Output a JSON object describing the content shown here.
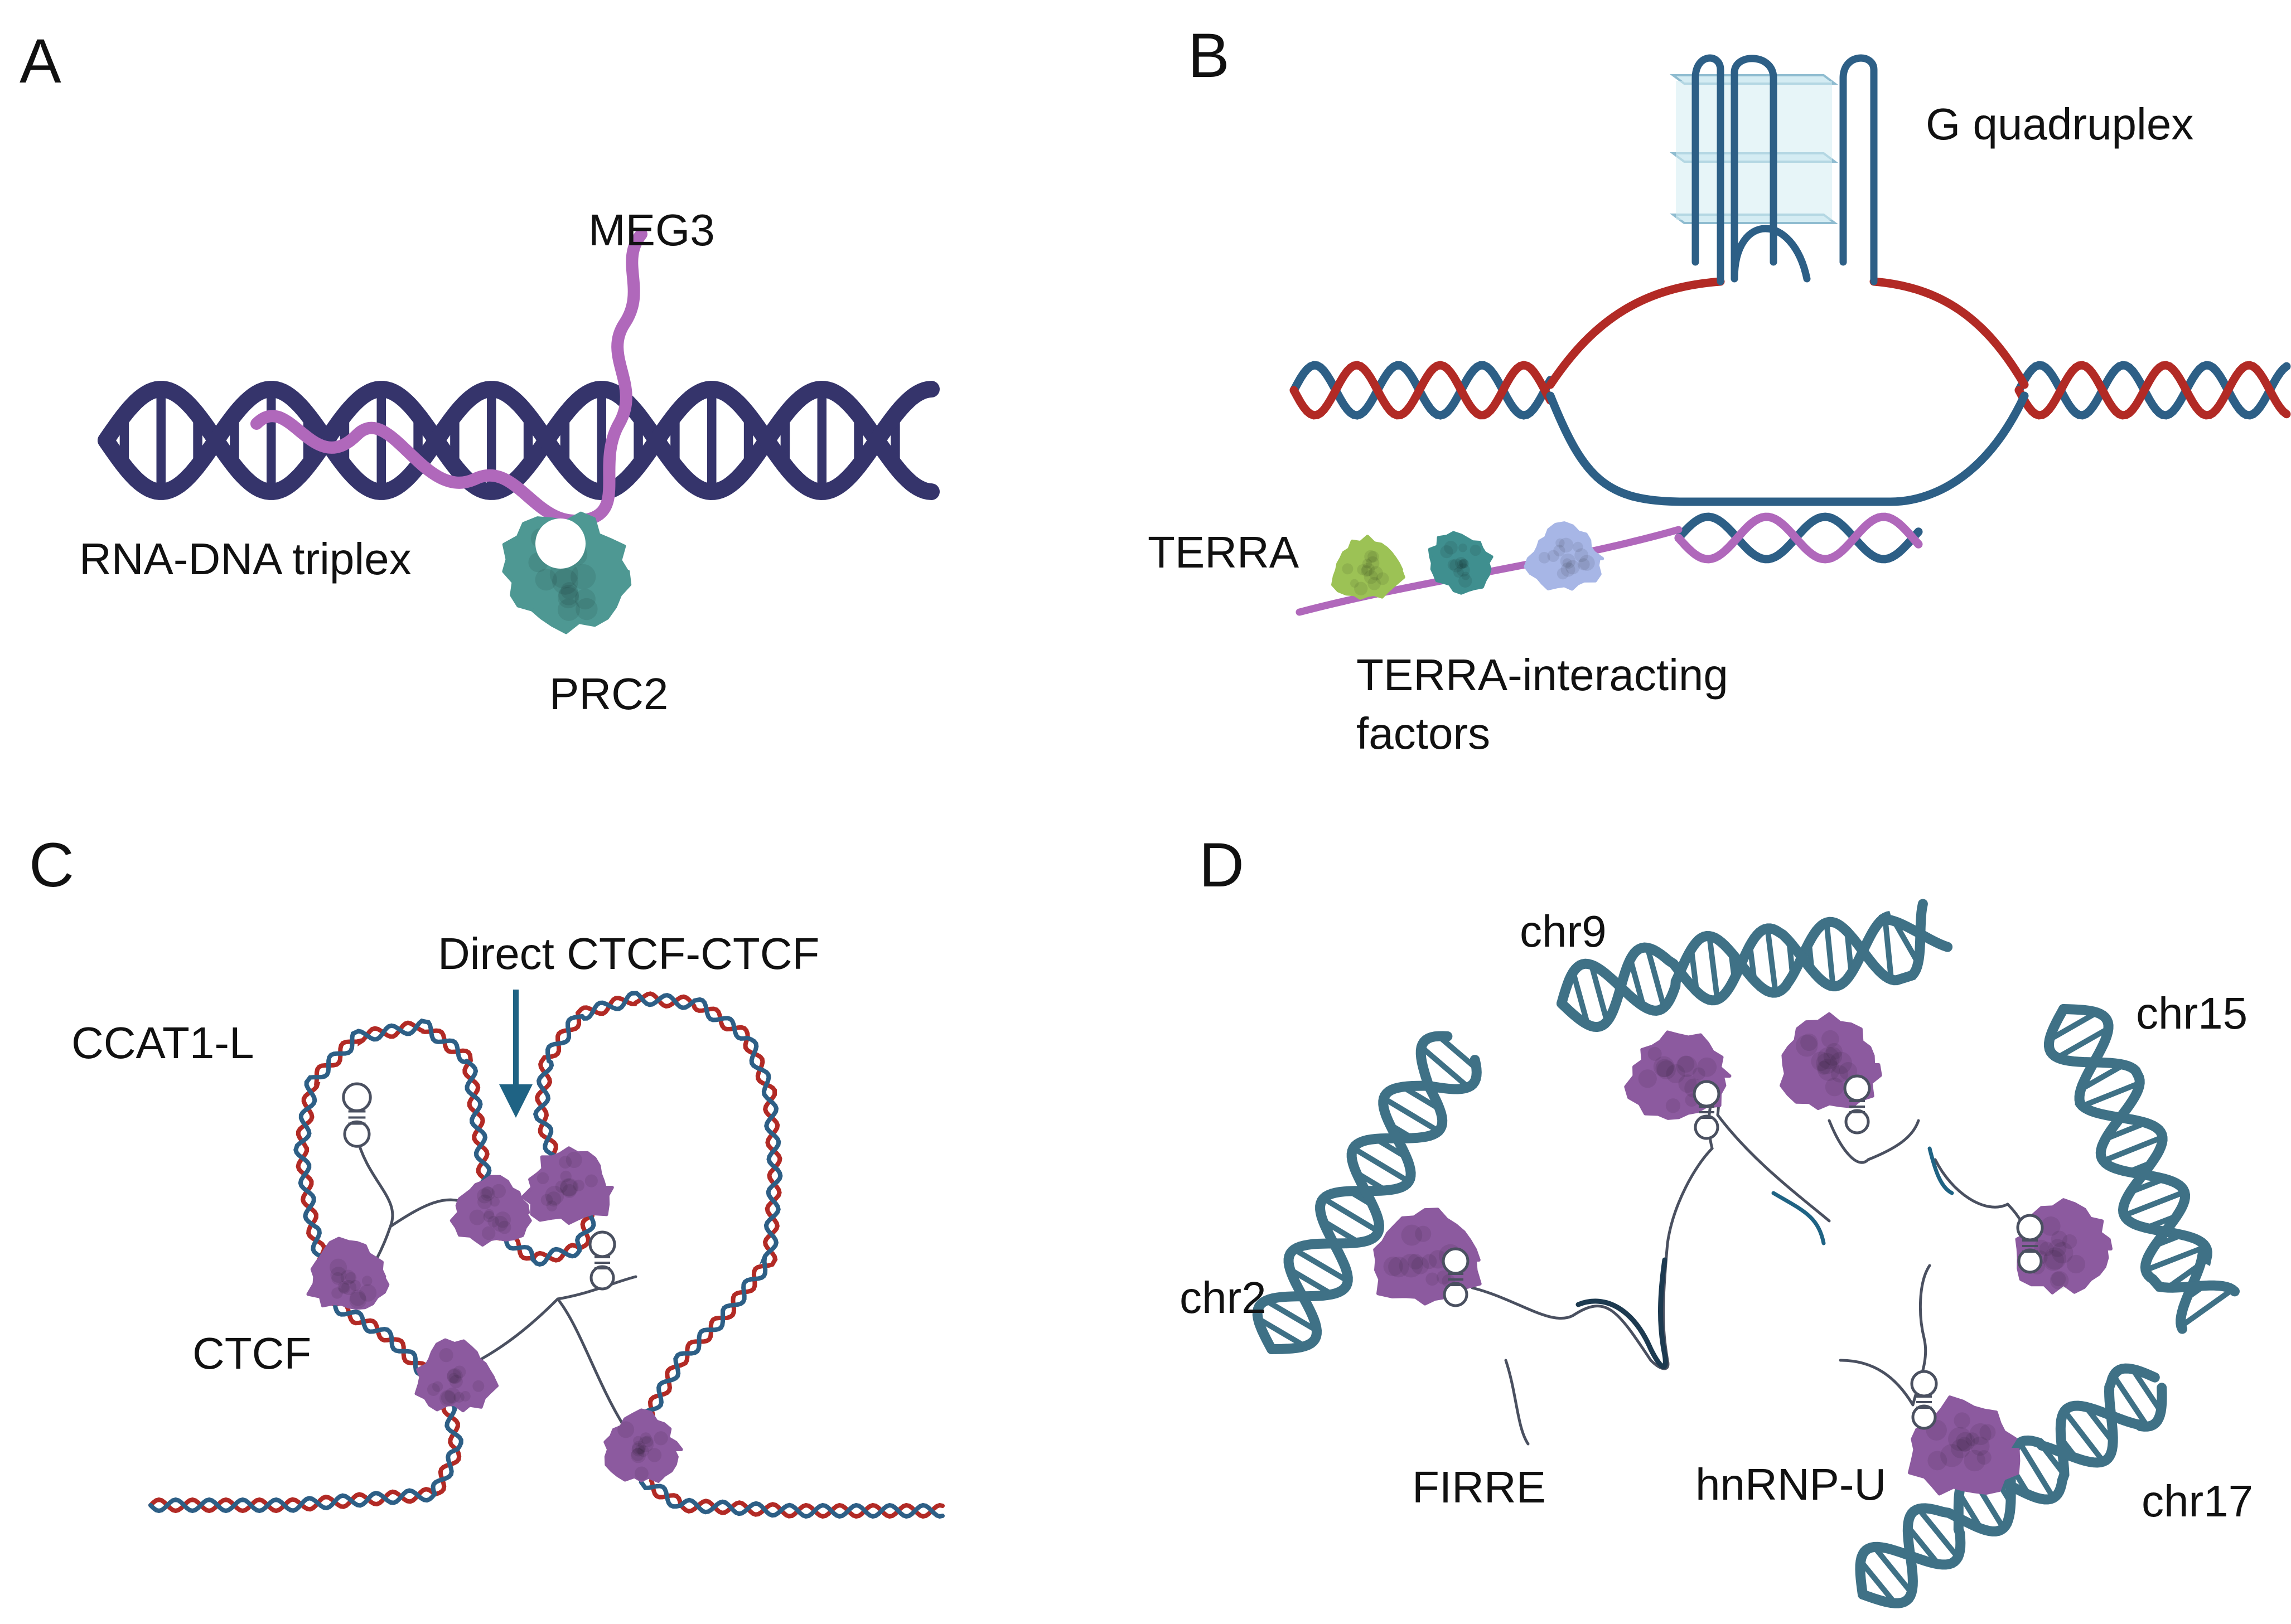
{
  "colors": {
    "dna_navy": "#35346b",
    "dna_red": "#b22a25",
    "dna_blue": "#2d5f86",
    "dna_teal": "#3f7186",
    "rna_magenta": "#b068bb",
    "prc2_teal": "#4e9893",
    "protein_purple": "#8c5a9f",
    "gq_fill": "#d4ecf3",
    "factor_green": "#9cc255",
    "factor_teal": "#3f8f8f",
    "factor_lavender": "#a7b6e6",
    "arrow_teal": "#1f6384",
    "lncrna_grey": "#4a5060",
    "lncrna_dark": "#1d3a50"
  },
  "panels": {
    "a": {
      "letter": "A",
      "meg3": "MEG3",
      "triplex": "RNA-DNA triplex",
      "prc2": "PRC2"
    },
    "b": {
      "letter": "B",
      "g_quadruplex": "G quadruplex",
      "terra": "TERRA",
      "factors_line1": "TERRA-interacting",
      "factors_line2": "factors"
    },
    "c": {
      "letter": "C",
      "direct": "Direct CTCF-CTCF",
      "ccat1l": "CCAT1-L",
      "ctcf": "CTCF"
    },
    "d": {
      "letter": "D",
      "chr9": "chr9",
      "chr15": "chr15",
      "chr2": "chr2",
      "chr17": "chr17",
      "firre": "FIRRE",
      "hnrnpu": "hnRNP-U"
    }
  }
}
